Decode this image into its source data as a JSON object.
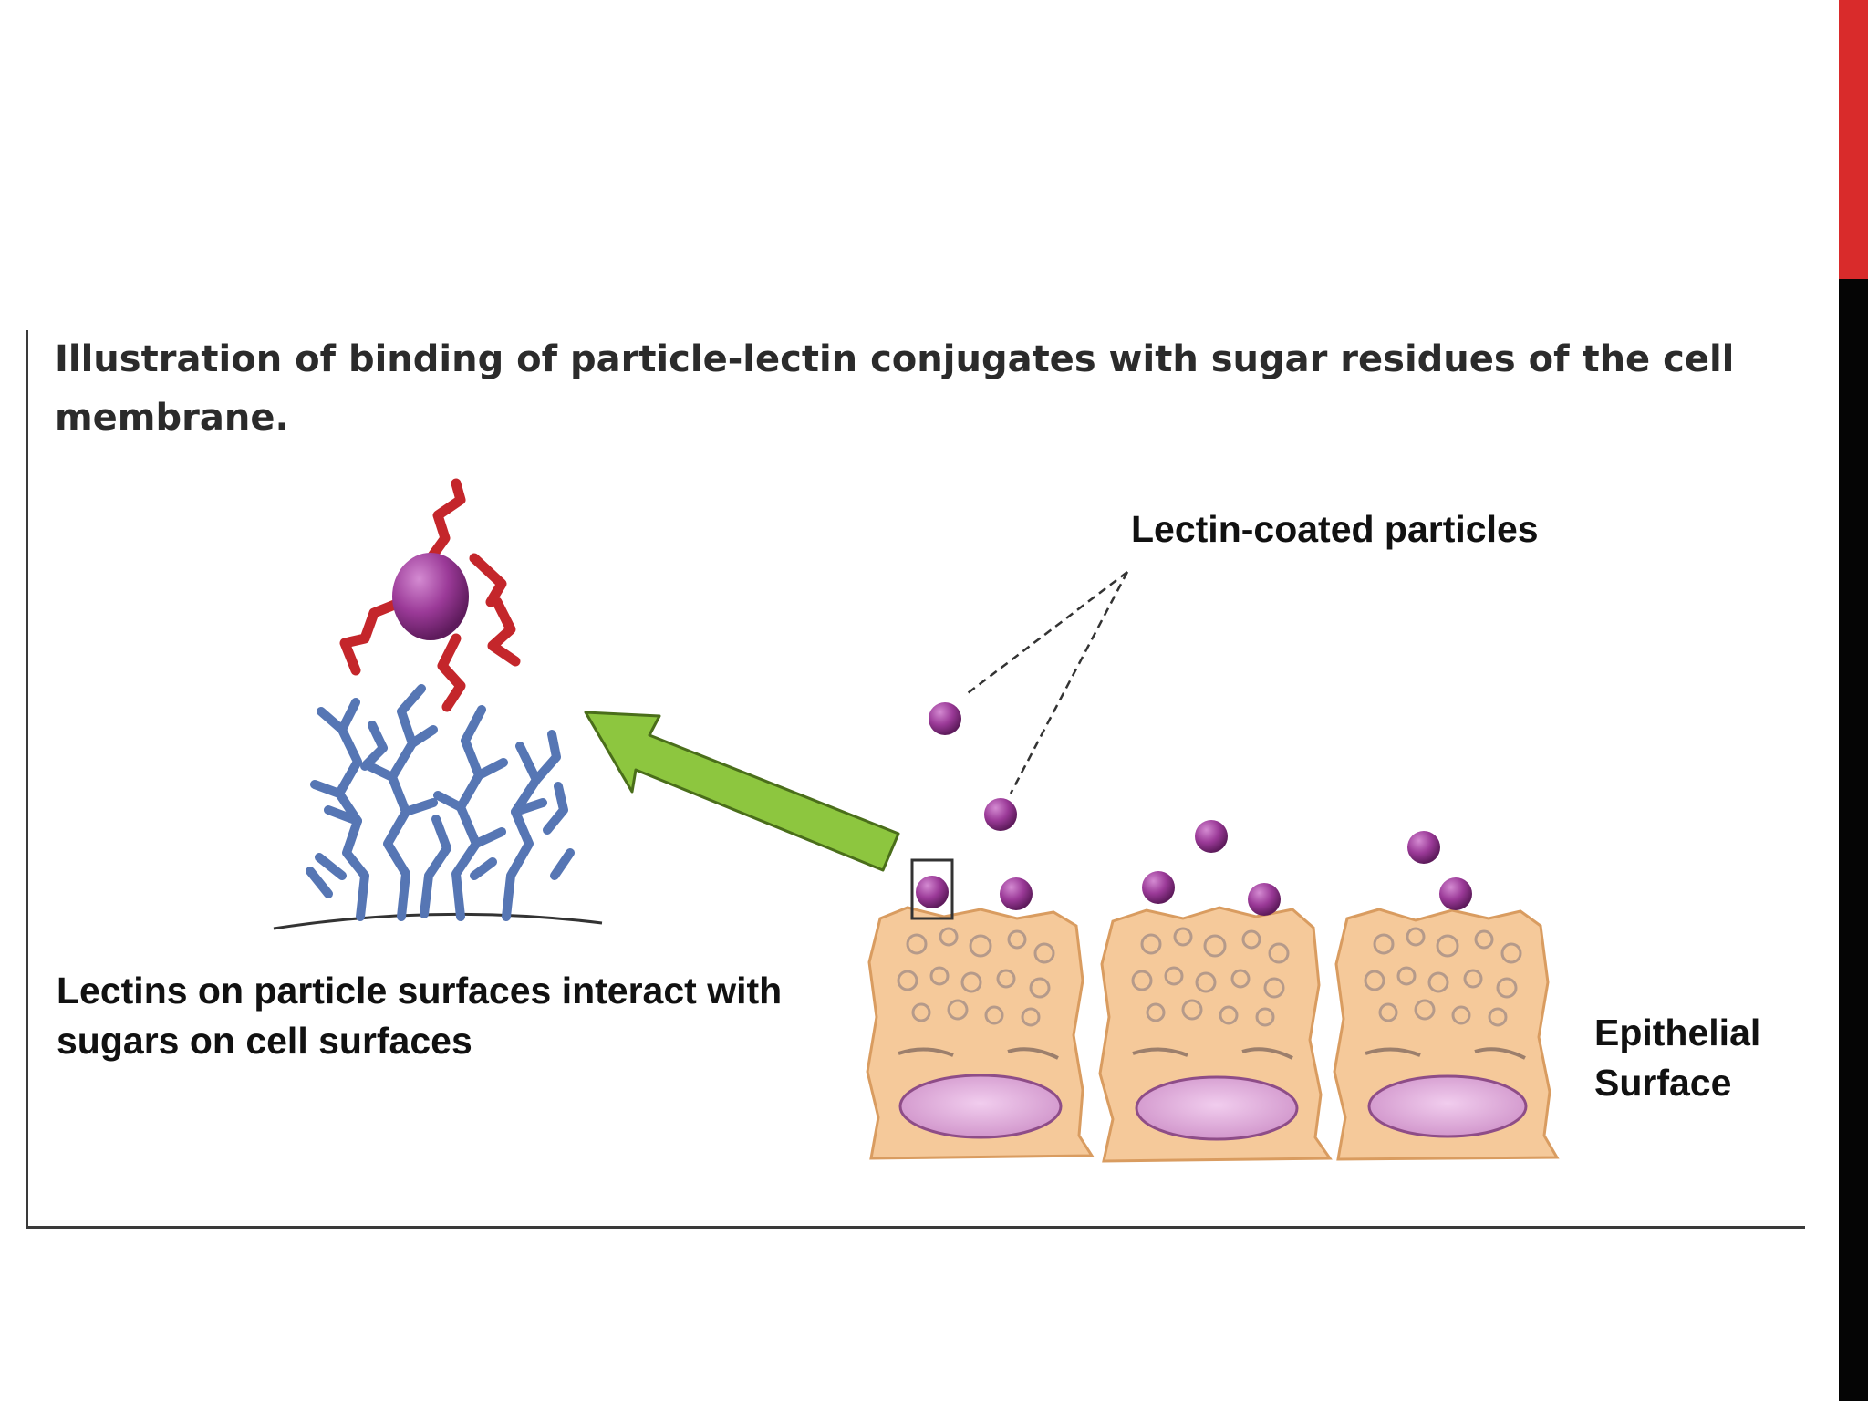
{
  "caption": "Illustration of binding of particle-lectin conjugates with sugar residues of the cell membrane.",
  "labels": {
    "lectin_coated_particles": "Lectin-coated particles",
    "interaction": "Lectins on particle surfaces interact with sugars on cell surfaces",
    "epithelial_surface": "Epithelial Surface"
  },
  "colors": {
    "accent_bar": "#d92b2b",
    "particle": "#9b3a98",
    "lectin": "#c4262b",
    "sugar_chain": "#5676b4",
    "arrow": "#8dc63f",
    "cell_body": "#f5c99a",
    "nucleus": "#e6b3e0"
  }
}
